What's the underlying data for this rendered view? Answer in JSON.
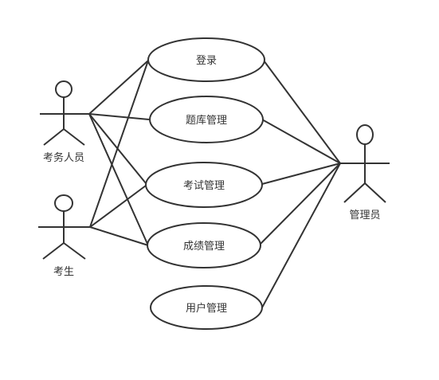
{
  "actors": {
    "exam_staff": {
      "label": "考务人员"
    },
    "examinee": {
      "label": "考生"
    },
    "admin": {
      "label": "管理员"
    }
  },
  "use_cases": {
    "login": {
      "label": "登录"
    },
    "question_bank": {
      "label": "题库管理"
    },
    "exam": {
      "label": "考试管理"
    },
    "grades": {
      "label": "成绩管理"
    },
    "users": {
      "label": "用户管理"
    }
  },
  "associations": [
    {
      "actor": "exam_staff",
      "use_case": "login"
    },
    {
      "actor": "exam_staff",
      "use_case": "question_bank"
    },
    {
      "actor": "exam_staff",
      "use_case": "exam"
    },
    {
      "actor": "exam_staff",
      "use_case": "grades"
    },
    {
      "actor": "examinee",
      "use_case": "login"
    },
    {
      "actor": "examinee",
      "use_case": "exam"
    },
    {
      "actor": "examinee",
      "use_case": "grades"
    },
    {
      "actor": "admin",
      "use_case": "login"
    },
    {
      "actor": "admin",
      "use_case": "question_bank"
    },
    {
      "actor": "admin",
      "use_case": "exam"
    },
    {
      "actor": "admin",
      "use_case": "grades"
    },
    {
      "actor": "admin",
      "use_case": "users"
    }
  ],
  "colors": {
    "stroke": "#333333",
    "fill": "#ffffff",
    "text": "#333333"
  }
}
